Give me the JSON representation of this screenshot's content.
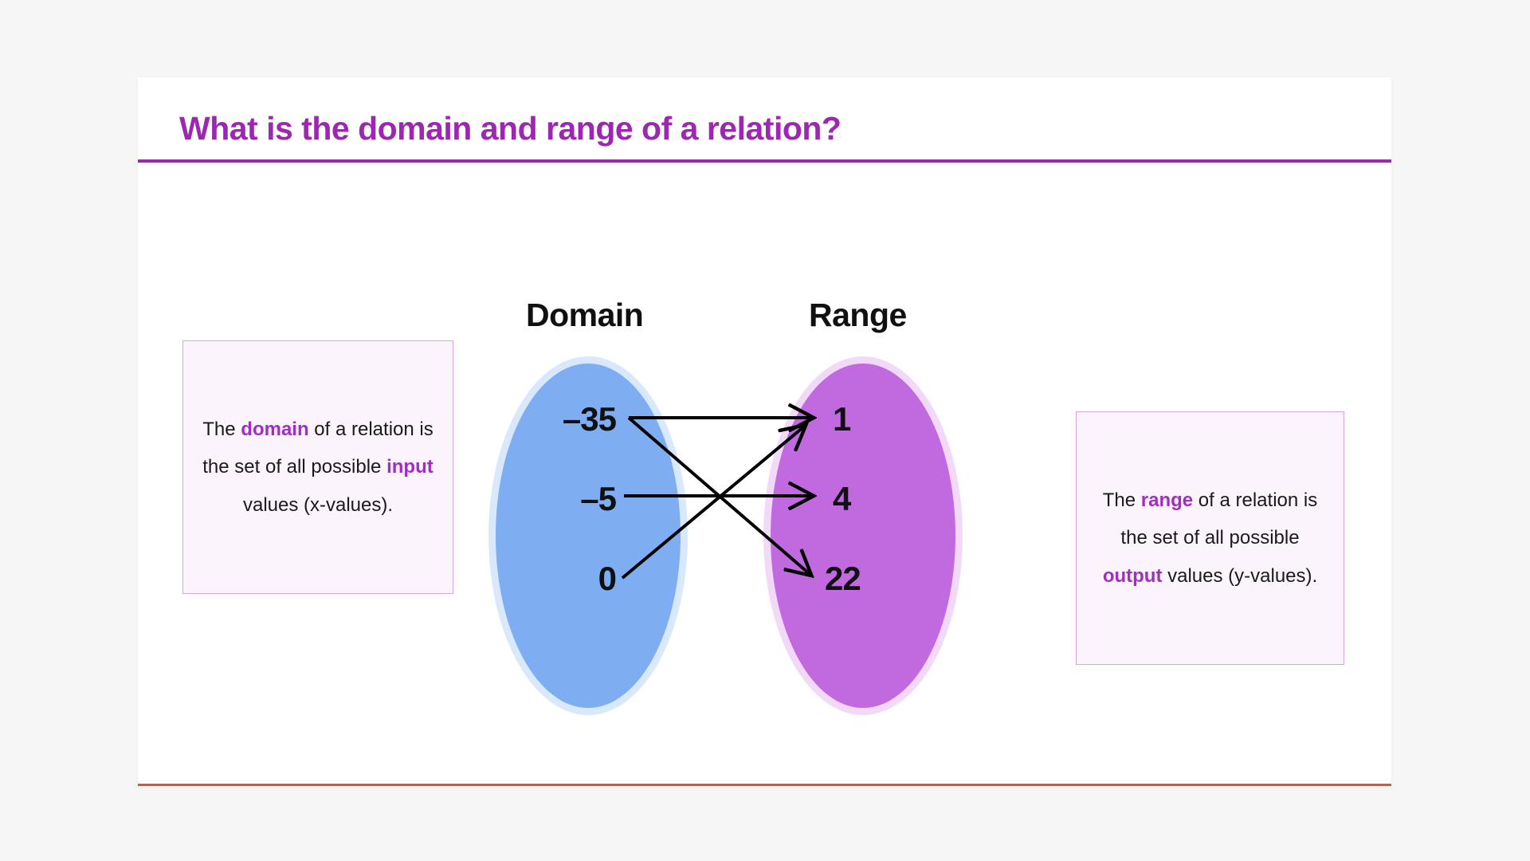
{
  "card": {
    "title": "What is the domain and range of a relation?",
    "accent_color": "#9c27b0",
    "bottom_accent_color": "#e0503a",
    "background": "#ffffff"
  },
  "page": {
    "background": "#f6f6f6"
  },
  "callouts": {
    "left": {
      "segments": [
        {
          "text": "The ",
          "bold": false
        },
        {
          "text": "domain",
          "bold": true
        },
        {
          "text": " of a relation is the set of all possible ",
          "bold": false
        },
        {
          "text": "input",
          "bold": true
        },
        {
          "text": " values (x-values).",
          "bold": false
        }
      ],
      "plain_text": "The domain of a relation is the set of all possible input values (x-values).",
      "background": "#fbf4fc",
      "border_color": "#d9a3e3",
      "highlight_color": "#a32cc4"
    },
    "right": {
      "segments": [
        {
          "text": "The ",
          "bold": false
        },
        {
          "text": "range",
          "bold": true
        },
        {
          "text": " of a relation is the set of all possible ",
          "bold": false
        },
        {
          "text": "output",
          "bold": true
        },
        {
          "text": " values (y-values).",
          "bold": false
        }
      ],
      "plain_text": "The range of a relation is the set of all possible output values (y-values).",
      "background": "#fbf4fc",
      "border_color": "#d9a3e3",
      "highlight_color": "#a32cc4"
    }
  },
  "diagram": {
    "type": "mapping-diagram",
    "domain": {
      "label": "Domain",
      "fill": "#7fadf2",
      "halo": "#d8e8fd",
      "values": [
        "–35",
        "–5",
        "0"
      ]
    },
    "range": {
      "label": "Range",
      "fill": "#c16ae0",
      "halo": "#f2d9fa",
      "values": [
        "1",
        "4",
        "22"
      ]
    },
    "arrow_color": "#000000",
    "mappings": [
      {
        "from": "–35",
        "to": "1"
      },
      {
        "from": "–35",
        "to": "22"
      },
      {
        "from": "–5",
        "to": "4"
      },
      {
        "from": "0",
        "to": "1"
      }
    ]
  }
}
